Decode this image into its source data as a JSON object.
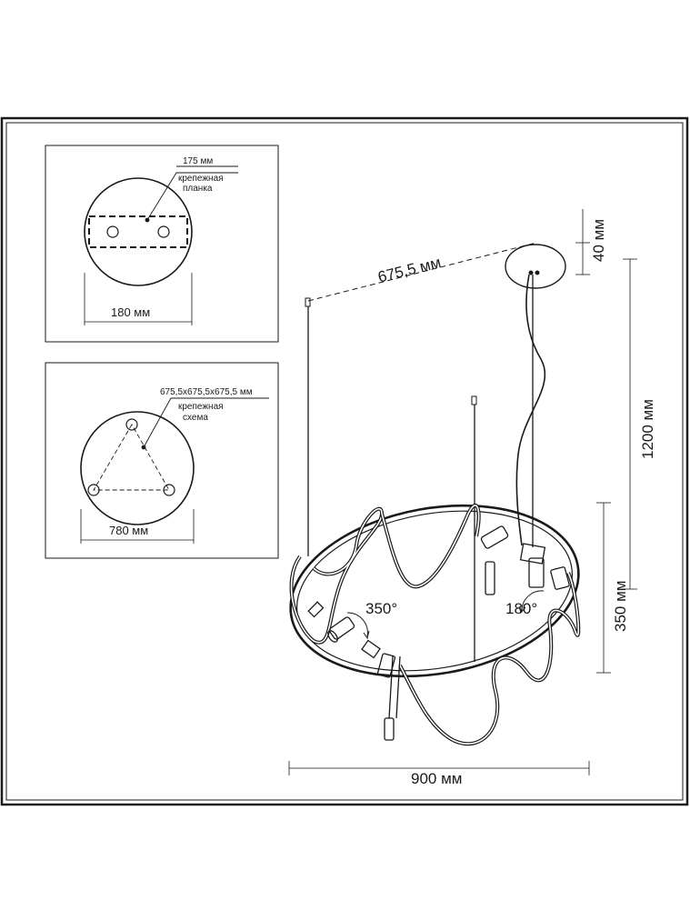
{
  "mount_plate": {
    "bracket_size": "175 мм",
    "bracket_label_line1": "крепежная",
    "bracket_label_line2": "планка",
    "diameter": "180 мм"
  },
  "mounting_scheme": {
    "triangle_size": "675,5x675,5x675,5 мм",
    "scheme_label_line1": "крепежная",
    "scheme_label_line2": "схема",
    "diameter": "780 мм"
  },
  "main_drawing": {
    "point_spacing": "675,5 мм",
    "canopy_height": "40 мм",
    "max_height": "1200 мм",
    "ring_height": "350 мм",
    "width": "900 мм",
    "rotation_left": "350°",
    "rotation_right": "180°"
  },
  "colors": {
    "line": "#1a1a1a",
    "frame": "#1a1a1a"
  }
}
